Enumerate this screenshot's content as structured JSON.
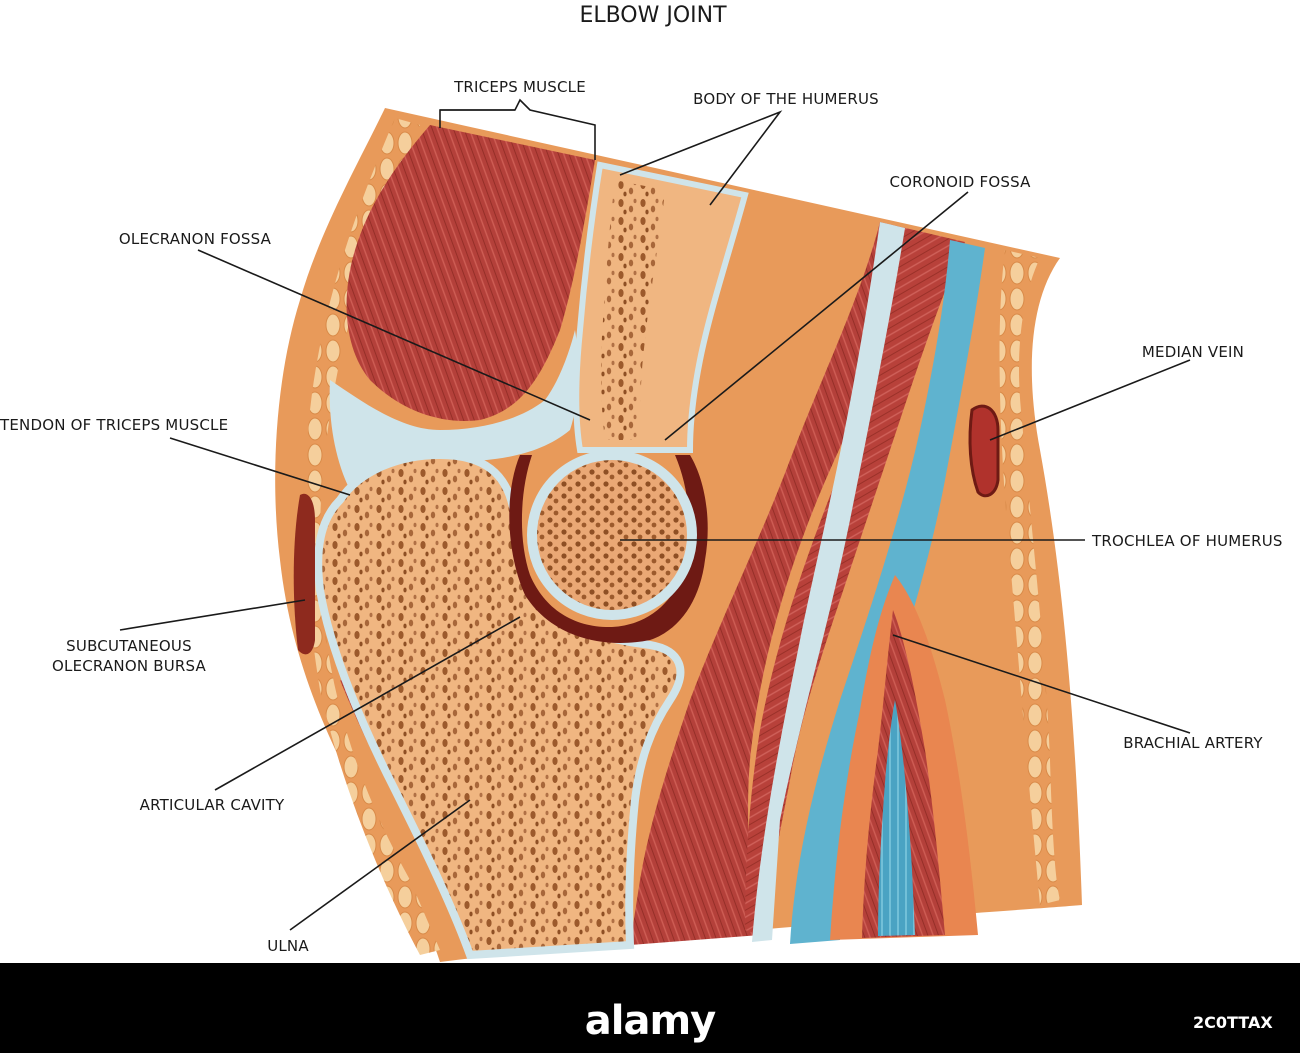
{
  "title": "ELBOW JOINT",
  "labels": {
    "triceps_muscle": "TRICEPS MUSCLE",
    "body_of_humerus": "BODY OF THE HUMERUS",
    "coronoid_fossa": "CORONOID FOSSA",
    "olecranon_fossa": "OLECRANON FOSSA",
    "median_vein": "MEDIAN VEIN",
    "tendon_triceps": "TENDON OF TRICEPS MUSCLE",
    "trochlea": "TROCHLEA OF HUMERUS",
    "bursa_line1": "SUBCUTANEOUS",
    "bursa_line2": "OLECRANON BURSA",
    "brachial_artery": "BRACHIAL ARTERY",
    "articular_cavity": "ARTICULAR CAVITY",
    "ulna": "ULNA"
  },
  "watermark": {
    "logo": "alamy",
    "stock_id": "2C0TTAX"
  },
  "colors": {
    "skin": "#e89a5a",
    "fat": "#f3c28a",
    "muscle": "#b8413a",
    "tendon": "#cfe4ea",
    "bone": "#f0b681",
    "bone_spot": "#9c5a2c",
    "cartilage": "#6e1a14",
    "artery_blue": "#5fb3cf"
  }
}
